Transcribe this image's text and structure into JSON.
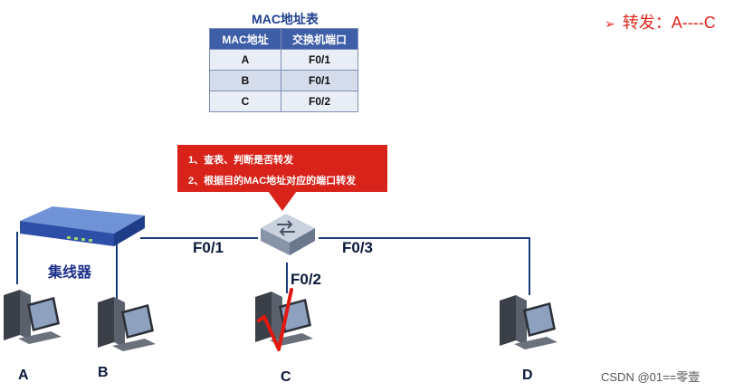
{
  "mac_table": {
    "title": "MAC地址表",
    "headers": [
      "MAC地址",
      "交换机端口"
    ],
    "rows": [
      [
        "A",
        "F0/1"
      ],
      [
        "B",
        "F0/1"
      ],
      [
        "C",
        "F0/2"
      ]
    ]
  },
  "forward_note": {
    "arrow": "➢",
    "text": "转发：A----C"
  },
  "callout": {
    "line1": "1、查表、判断是否转发",
    "line2": "2、根据目的MAC地址对应的端口转发"
  },
  "hub_label": "集线器",
  "ports": {
    "f01": "F0/1",
    "f02": "F0/2",
    "f03": "F0/3"
  },
  "pcs": {
    "a": "A",
    "b": "B",
    "c": "C",
    "d": "D"
  },
  "watermark": "CSDN @01==零壹",
  "colors": {
    "accent_red": "#e0261c",
    "callout_red": "#d8231b",
    "link": "#163a7a",
    "table_header": "#3f5ea8"
  }
}
